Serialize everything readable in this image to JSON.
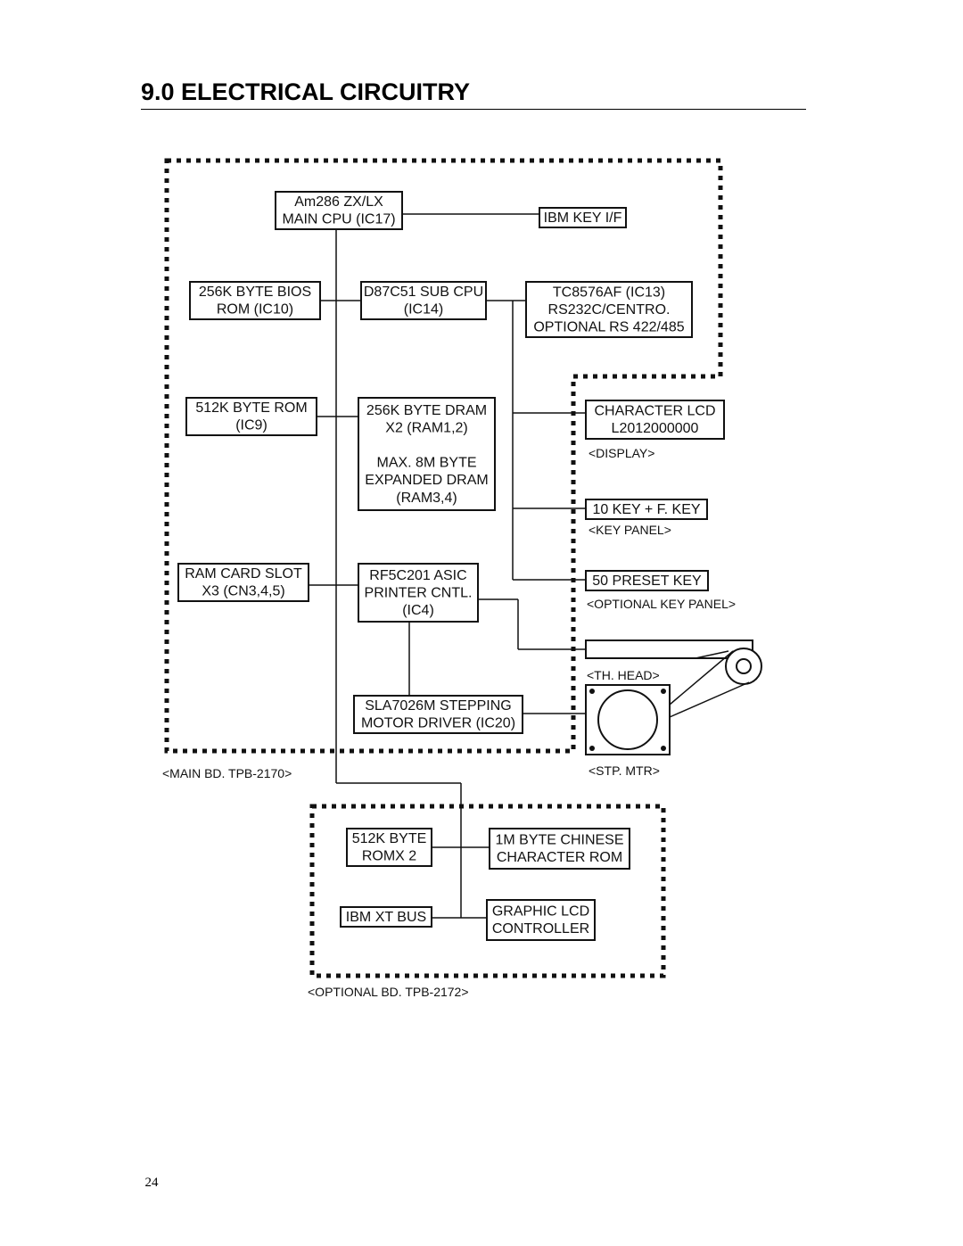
{
  "section": {
    "title": "9.0 ELECTRICAL CIRCUITRY",
    "page_number": "24"
  },
  "diagram": {
    "blocks": {
      "main_cpu": [
        "Am286 ZX/LX",
        "MAIN CPU (IC17)"
      ],
      "ibm_key": [
        "IBM KEY I/F"
      ],
      "bios_rom": [
        "256K BYTE BIOS",
        "ROM (IC10)"
      ],
      "sub_cpu": [
        "D87C51 SUB CPU",
        "(IC14)"
      ],
      "serial": [
        "TC8576AF (IC13)",
        "RS232C/CENTRO.",
        "OPTIONAL RS 422/485"
      ],
      "rom_512": [
        "512K BYTE ROM",
        "(IC9)"
      ],
      "dram": [
        "256K BYTE DRAM",
        "X2  (RAM1,2)",
        "",
        "MAX. 8M BYTE",
        "EXPANDED DRAM",
        "(RAM3,4)"
      ],
      "char_lcd": [
        "CHARACTER LCD",
        "L2012000000"
      ],
      "key_10": [
        "10 KEY + F. KEY"
      ],
      "ram_card": [
        "RAM CARD SLOT",
        "X3 (CN3,4,5)"
      ],
      "asic": [
        "RF5C201 ASIC",
        "PRINTER CNTL.",
        "(IC4)"
      ],
      "preset_key": [
        "50 PRESET KEY"
      ],
      "motor_driver": [
        "SLA7026M STEPPING",
        "MOTOR DRIVER (IC20)"
      ],
      "opt_rom": [
        "512K BYTE",
        "ROMX 2"
      ],
      "chinese_rom": [
        "1M BYTE CHINESE",
        "CHARACTER ROM"
      ],
      "xt_bus": [
        "IBM XT BUS"
      ],
      "graphic_lcd": [
        "GRAPHIC LCD",
        "CONTROLLER"
      ]
    },
    "labels": {
      "display": "<DISPLAY>",
      "key_panel": "<KEY PANEL>",
      "optional_key_panel": "<OPTIONAL KEY PANEL>",
      "th_head": "<TH. HEAD>",
      "stp_mtr": "<STP. MTR>",
      "main_board": "<MAIN BD. TPB-2170>",
      "optional_board": "<OPTIONAL BD. TPB-2172>"
    }
  }
}
